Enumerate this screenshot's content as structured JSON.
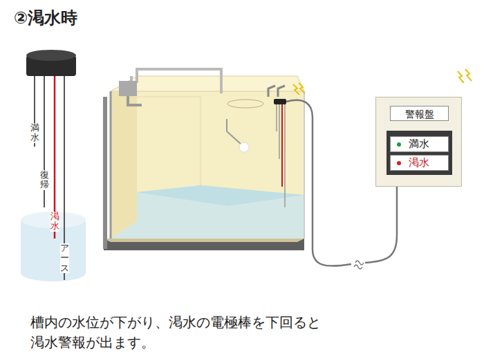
{
  "diagram": {
    "title": "②渇水時",
    "caption": "槽内の水位が下がり、渇水の電極棒を下回ると 渇水警報が出ます。",
    "nodes": [
      {
        "text": [
          "警報盤"
        ]
      },
      {
        "text": [
          "満水"
        ],
        "in": 0
      },
      {
        "text": [
          "渇水"
        ],
        "in": 0
      }
    ],
    "labels": [
      "満水",
      "復帰",
      "渇水",
      "アース"
    ]
  }
}
